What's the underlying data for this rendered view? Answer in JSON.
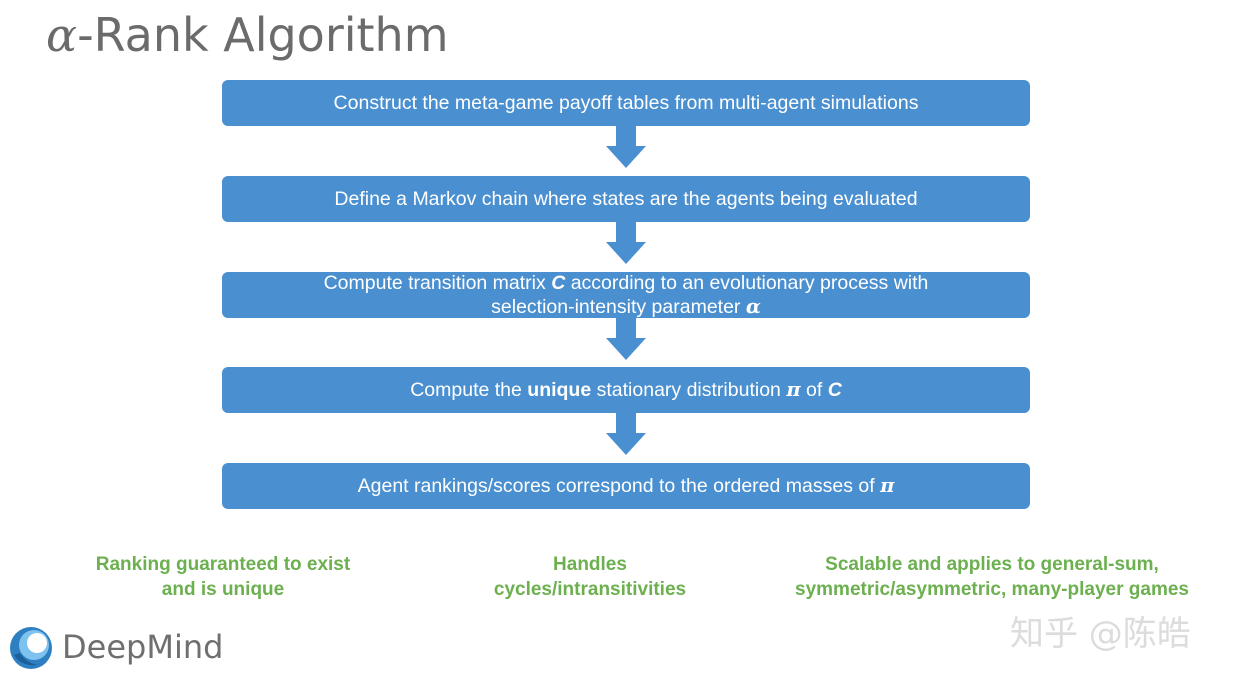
{
  "title": {
    "symbol": "α",
    "text": "-Rank Algorithm"
  },
  "steps": [
    {
      "text": "Construct the meta-game payoff tables from multi-agent simulations"
    },
    {
      "text": "Define a Markov chain where states are the agents being evaluated"
    },
    {
      "line1_pre": "Compute transition matrix ",
      "line1_sym": "C",
      "line1_post": " according to an evolutionary process with",
      "line2_pre": "selection-intensity parameter ",
      "line2_sym": "α"
    },
    {
      "pre": "Compute the ",
      "bold": "unique",
      "mid": " stationary distribution ",
      "sym1": "π",
      "of": " of ",
      "sym2": "C"
    },
    {
      "pre": "Agent rankings/scores correspond to the ordered masses of ",
      "sym": "π"
    }
  ],
  "benefits": [
    {
      "line1": "Ranking guaranteed to exist",
      "line2": "and is unique"
    },
    {
      "line1": "Handles",
      "line2": "cycles/intransitivities"
    },
    {
      "line1": "Scalable and applies to general-sum,",
      "line2": "symmetric/asymmetric, many-player games"
    }
  ],
  "brand": "DeepMind",
  "watermark": "知乎 @陈皓",
  "colors": {
    "box": "#4a8fcf",
    "arrow": "#4a8fcf",
    "benefit_text": "#6cb04f",
    "title_text": "#6b6b6b"
  }
}
